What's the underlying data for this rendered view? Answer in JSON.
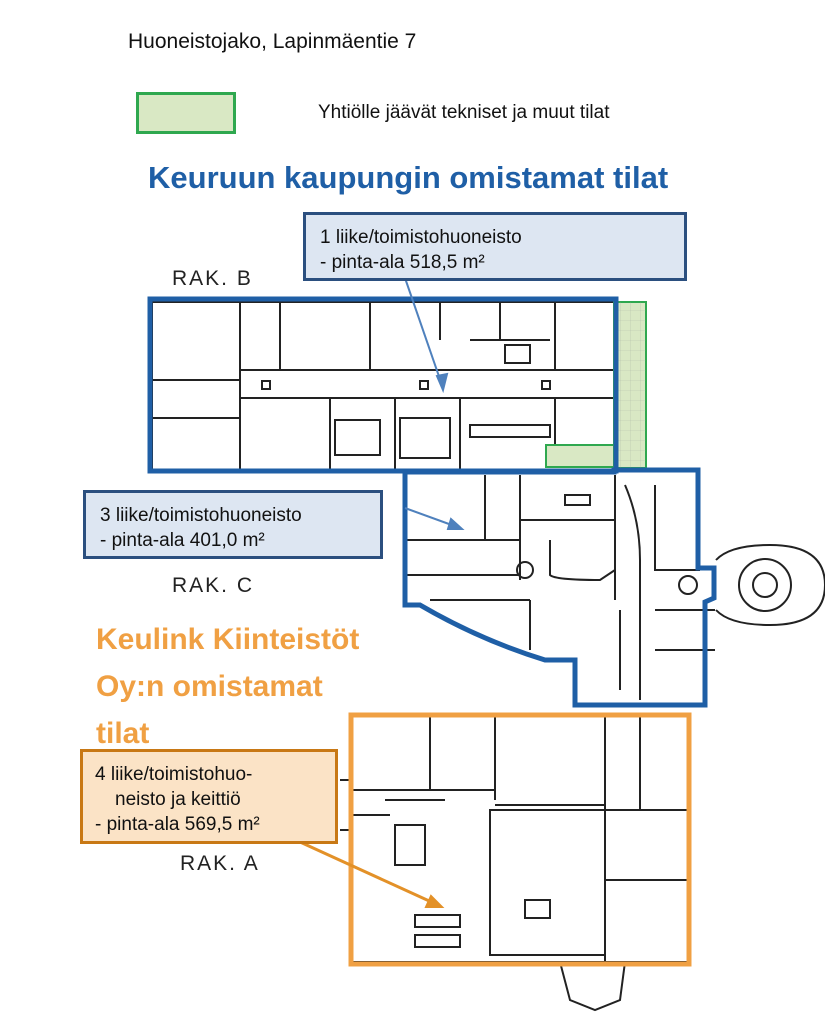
{
  "title": "Huoneistojako, Lapinmäentie 7",
  "legend": {
    "label": "Yhtiölle jäävät tekniset ja muut tilat",
    "swatch_fill": "#d9e8c4",
    "swatch_border": "#2fa84f"
  },
  "city_heading": "Keuruun kaupungin omistamat tilat",
  "keulink_heading": {
    "line1": "Keulink Kiinteistöt",
    "line2": "Oy:n omistamat",
    "line3": "tilat"
  },
  "callouts": {
    "b": {
      "line1": "1 liike/toimistohuoneisto",
      "line2": "- pinta-ala 518,5 m²"
    },
    "c": {
      "line1": "3 liike/toimistohuoneisto",
      "line2": "- pinta-ala 401,0 m²"
    },
    "a": {
      "line1": "4 liike/toimistohuo-",
      "line2": "neisto ja keittiö",
      "line3": "- pinta-ala 569,5 m²"
    }
  },
  "building_labels": {
    "b": "RAK. B",
    "c": "RAK. C",
    "a": "RAK. A"
  },
  "colors": {
    "city": "#1f5fa6",
    "keulink": "#f0a043",
    "company_areas": "#d9e8c4"
  }
}
